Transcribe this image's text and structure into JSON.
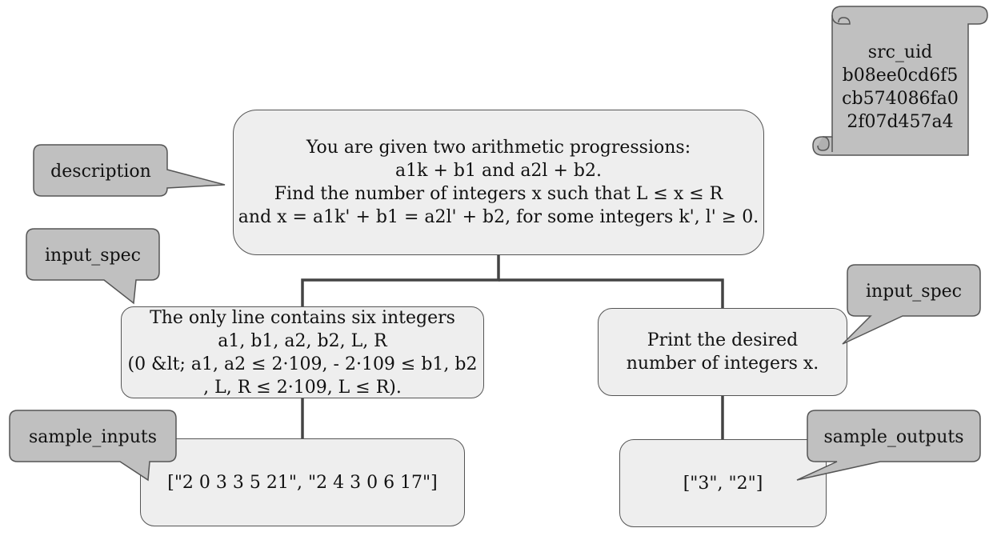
{
  "description": {
    "label": "description",
    "lines": [
      "You are given two arithmetic progressions:",
      "a1k + b1 and a2l + b2.",
      "Find the number of integers x such that L  ≤  x  ≤  R",
      "and x = a1k' + b1 = a2l' + b2, for some integers k', l'  ≥  0."
    ]
  },
  "input_spec": {
    "label": "input_spec",
    "lines": [
      "The only line contains six integers",
      "a1, b1, a2, b2, L, R",
      "(0 &lt; a1, a2  ≤  2·109,  - 2·109  ≤  b1, b2",
      ", L, R  ≤  2·109, L  ≤  R)."
    ]
  },
  "output_spec": {
    "label": "input_spec",
    "lines": [
      "Print the desired",
      "number of integers x."
    ]
  },
  "sample_inputs": {
    "label": "sample_inputs",
    "text": "[\"2 0 3 3 5 21\", \"2 4 3 0 6 17\"]"
  },
  "sample_outputs": {
    "label": "sample_outputs",
    "text": "[\"3\", \"2\"]"
  },
  "src_uid": {
    "label": "src_uid",
    "lines": [
      "b08ee0cd6f5",
      "cb574086fa0",
      "2f07d457a4"
    ]
  },
  "colors": {
    "node_fill": "#eeeeee",
    "callout_fill": "#c0c0c0",
    "stroke": "#555555",
    "edge": "#444444"
  }
}
